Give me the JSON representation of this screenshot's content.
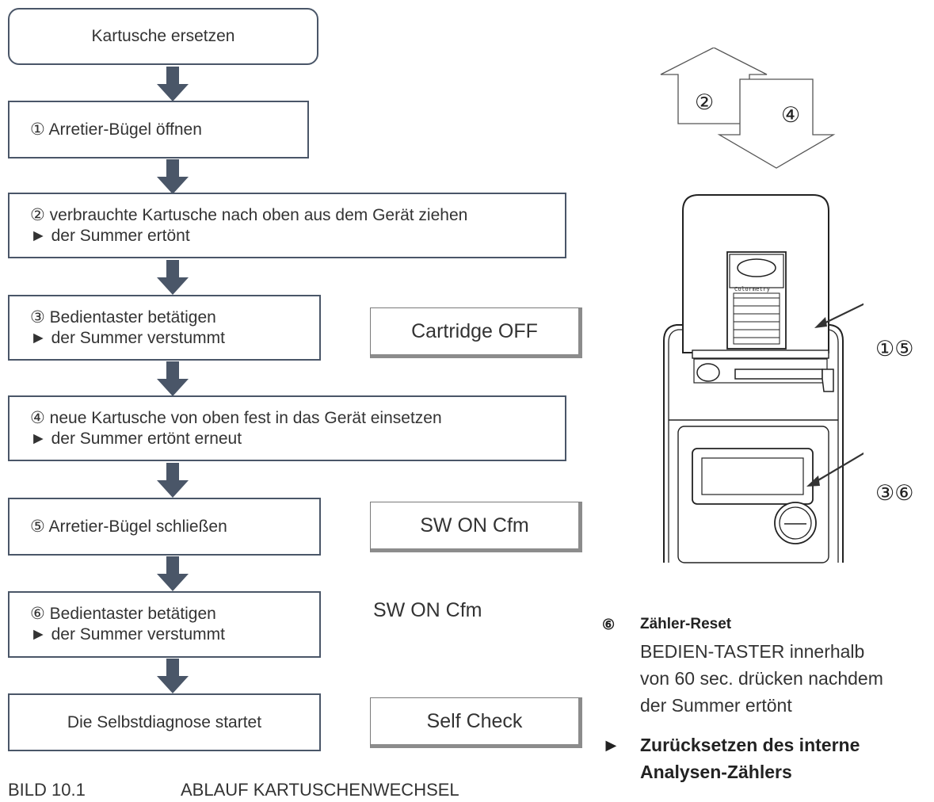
{
  "flow": {
    "start": "Kartusche ersetzen",
    "step1": "①  Arretier-Bügel öffnen",
    "step2_line1": "②  verbrauchte Kartusche nach oben aus dem Gerät ziehen",
    "step2_line2": "► der Summer ertönt",
    "step3_line1": "③  Bedientaster betätigen",
    "step3_line2": "► der Summer verstummt",
    "step4_line1": "④  neue Kartusche von oben fest in das Gerät einsetzen",
    "step4_line2": "► der Summer ertönt erneut",
    "step5": "⑤  Arretier-Bügel schließen",
    "step6_line1": "⑥  Bedientaster betätigen",
    "step6_line2": "► der Summer verstummt",
    "end": "Die Selbstdiagnose startet"
  },
  "displays": {
    "cartridge_off": "Cartridge OFF",
    "sw_on_cfm_box": "SW  ON  Cfm",
    "sw_on_cfm_plain": "SW  ON  Cfm",
    "self_check": "Self  Check"
  },
  "caption": {
    "number": "BILD 10.1",
    "title": "ABLAUF KARTUSCHENWECHSEL"
  },
  "device": {
    "arrow_up_label": "②",
    "arrow_down_label": "④",
    "callout_lever": "①⑤",
    "callout_button": "③⑥",
    "cartridge_brand": "Colormetry"
  },
  "note": {
    "num": "⑥",
    "title": "Zähler-Reset",
    "line1": "BEDIEN-TASTER innerhalb",
    "line2": "von 60 sec. drücken nachdem",
    "line3": "der Summer ertönt",
    "result_marker": "►",
    "result_line1": "Zurücksetzen des interne",
    "result_line2": "Analysen-Zählers"
  },
  "colors": {
    "box_border": "#4a5668",
    "flow_arrow": "#4a5668",
    "text": "#333333"
  }
}
